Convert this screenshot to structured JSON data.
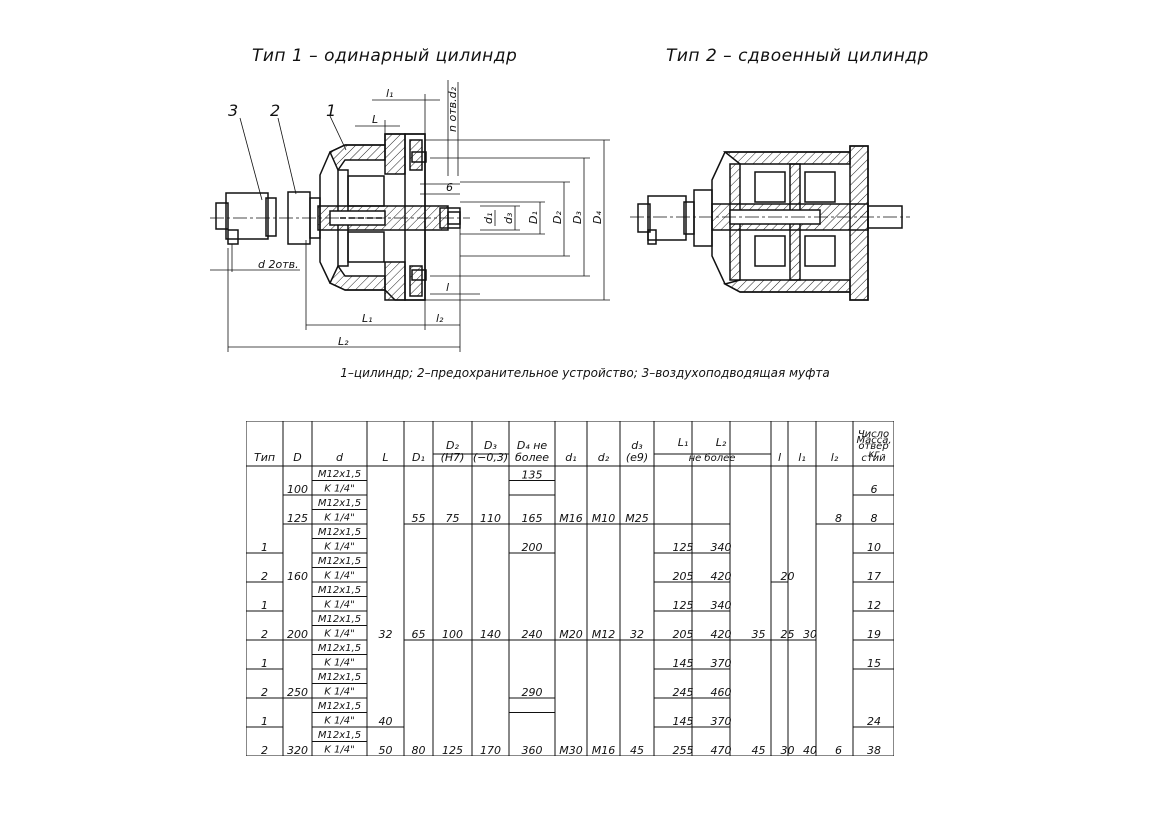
{
  "titles": {
    "type1": "Тип 1 – одинарный цилиндр",
    "type2": "Тип 2 – сдвоенный цилиндр"
  },
  "caption": "1–цилиндр; 2–предохранительное устройство; 3–воздухоподводящая муфта",
  "drawing_labels": {
    "part1": "1",
    "part2": "2",
    "part3": "3",
    "L": "L",
    "l1": "l₁",
    "n_holes": "n отв.d₂",
    "six": "6",
    "d1": "d₁",
    "d3": "d₃",
    "D1": "D₁",
    "D2": "D₂",
    "D3": "D₃",
    "D4": "D₄",
    "d_2holes": "d 2отв.",
    "l": "l",
    "L1": "L₁",
    "l2": "l₂",
    "L2": "L₂"
  },
  "table": {
    "headers": {
      "tip": "Тип",
      "D": "D",
      "d": "d",
      "L": "L",
      "D1": "D₁",
      "D2_a": "D₂",
      "D2_b": "(H7)",
      "D3_a": "D₃",
      "D3_b": "(−0,3)",
      "D4_a": "D₄ не",
      "D4_b": "более",
      "d1": "d₁",
      "d2": "d₂",
      "d3_a": "d₃",
      "d3_b": "(e9)",
      "L1": "L₁",
      "L2": "L₂",
      "L12_b": "не более",
      "l": "l",
      "l1": "l₁",
      "l2": "l₂",
      "n_a": "Число",
      "n_b": "отвер",
      "n_c": "стий",
      "mass_a": "Масса,",
      "mass_b": "кг"
    },
    "thread_a": "M12x1,5",
    "thread_b": "K 1/4\"",
    "col_tip": [
      "1",
      "2",
      "1",
      "2",
      "1",
      "2",
      "1",
      "2"
    ],
    "col_D": [
      "100",
      "125",
      "160",
      "200",
      "250",
      "320"
    ],
    "col_L": [
      "32",
      "40",
      "50"
    ],
    "col_D1": [
      "55",
      "65",
      "80"
    ],
    "col_D2": [
      "75",
      "100",
      "125"
    ],
    "col_D3": [
      "110",
      "140",
      "170"
    ],
    "col_D4": [
      "135",
      "165",
      "200",
      "240",
      "290",
      "360"
    ],
    "col_d1": [
      "M16",
      "M20",
      "M30"
    ],
    "col_d2": [
      "M10",
      "M12",
      "M16"
    ],
    "col_d3": [
      "M25",
      "32",
      "45"
    ],
    "col_L1": [
      "125",
      "205",
      "125",
      "205",
      "145",
      "245",
      "145",
      "255"
    ],
    "col_L2": [
      "340",
      "420",
      "340",
      "420",
      "370",
      "460",
      "370",
      "470"
    ],
    "col_l": [
      "35",
      "45"
    ],
    "col_l1": [
      "20",
      "25",
      "30"
    ],
    "col_l2": [
      "30",
      "40"
    ],
    "col_n": [
      "8",
      "6"
    ],
    "col_mass": [
      "6",
      "8",
      "10",
      "17",
      "12",
      "19",
      "15",
      "24",
      "38"
    ]
  }
}
